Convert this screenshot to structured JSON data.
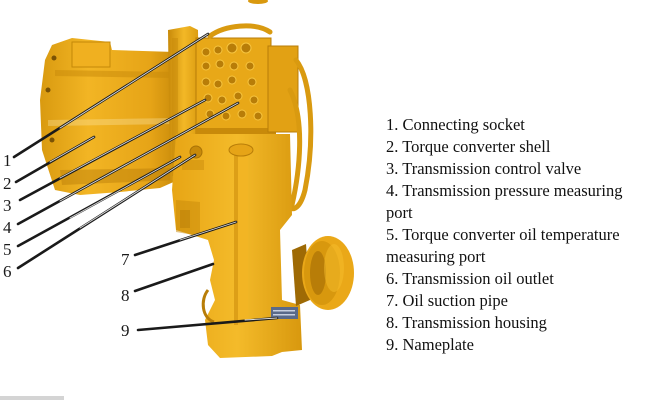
{
  "figure": {
    "subject": "Transmission assembly",
    "colors": {
      "body": "#e8a715",
      "body_light": "#f5bd2c",
      "body_shadow": "#c88a0a",
      "body_dark": "#9e6a05",
      "leader_line": "#1a1a1a",
      "nameplate": "#5a6a8a",
      "background": "#ffffff"
    }
  },
  "callouts": [
    {
      "num": "1"
    },
    {
      "num": "2"
    },
    {
      "num": "3"
    },
    {
      "num": "4"
    },
    {
      "num": "5"
    },
    {
      "num": "6"
    },
    {
      "num": "7"
    },
    {
      "num": "8"
    },
    {
      "num": "9"
    }
  ],
  "legend": {
    "items": [
      {
        "line1": "1. Connecting socket",
        "line2": ""
      },
      {
        "line1": "2. Torque converter shell",
        "line2": ""
      },
      {
        "line1": "3. Transmission control valve",
        "line2": ""
      },
      {
        "line1": "4. Transmission pressure measuring",
        "line2": "port"
      },
      {
        "line1": "5. Torque converter oil temperature",
        "line2": "measuring port"
      },
      {
        "line1": "6. Transmission oil outlet",
        "line2": ""
      },
      {
        "line1": "7. Oil suction pipe",
        "line2": ""
      },
      {
        "line1": "8. Transmission housing",
        "line2": ""
      },
      {
        "line1": "9. Nameplate",
        "line2": ""
      }
    ]
  }
}
